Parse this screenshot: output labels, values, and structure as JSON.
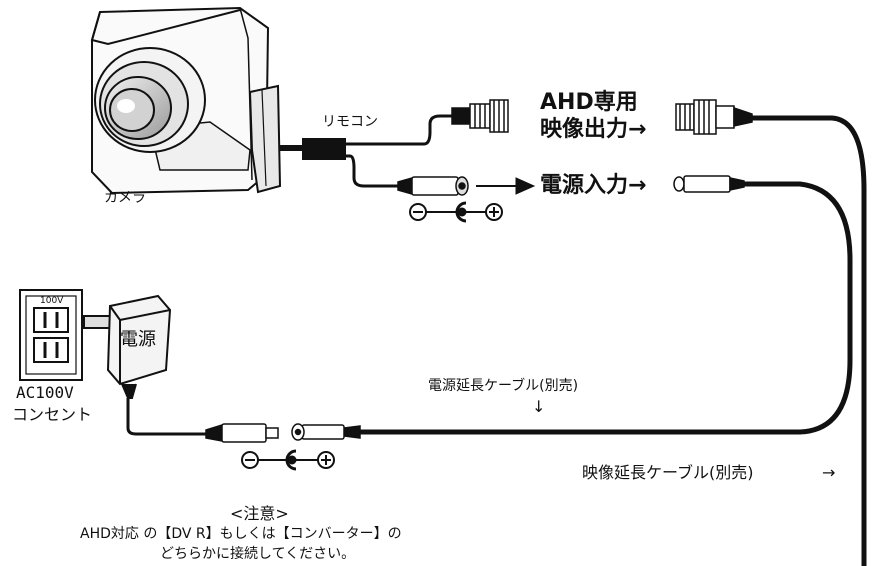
{
  "labels": {
    "camera": "カメラ",
    "remote": "リモコン",
    "ahd_output_line1": "AHD専用",
    "ahd_output_line2": "映像出力→",
    "power_input": "電源入力→",
    "outlet_rating": "100V",
    "power_adapter": "電源",
    "ac_line1": "AC100V",
    "ac_line2": "コンセント",
    "power_ext_cable": "電源延長ケーブル(別売)",
    "power_ext_arrow": "↓",
    "video_ext_cable": "映像延長ケーブル(別売)",
    "video_ext_arrow": "→",
    "note_title": "<注意>",
    "note_line1": "AHD対応 の【DV R】もしくは【コンバーター】の",
    "note_line2": "どちらかに接続してください。"
  },
  "colors": {
    "line": "#111111",
    "background": "#ffffff"
  },
  "icons": [
    "camera-icon",
    "bnc-connector-icon",
    "dc-plug-icon",
    "dc-jack-icon",
    "power-outlet-icon",
    "power-adapter-icon",
    "polarity-symbol-icon"
  ]
}
